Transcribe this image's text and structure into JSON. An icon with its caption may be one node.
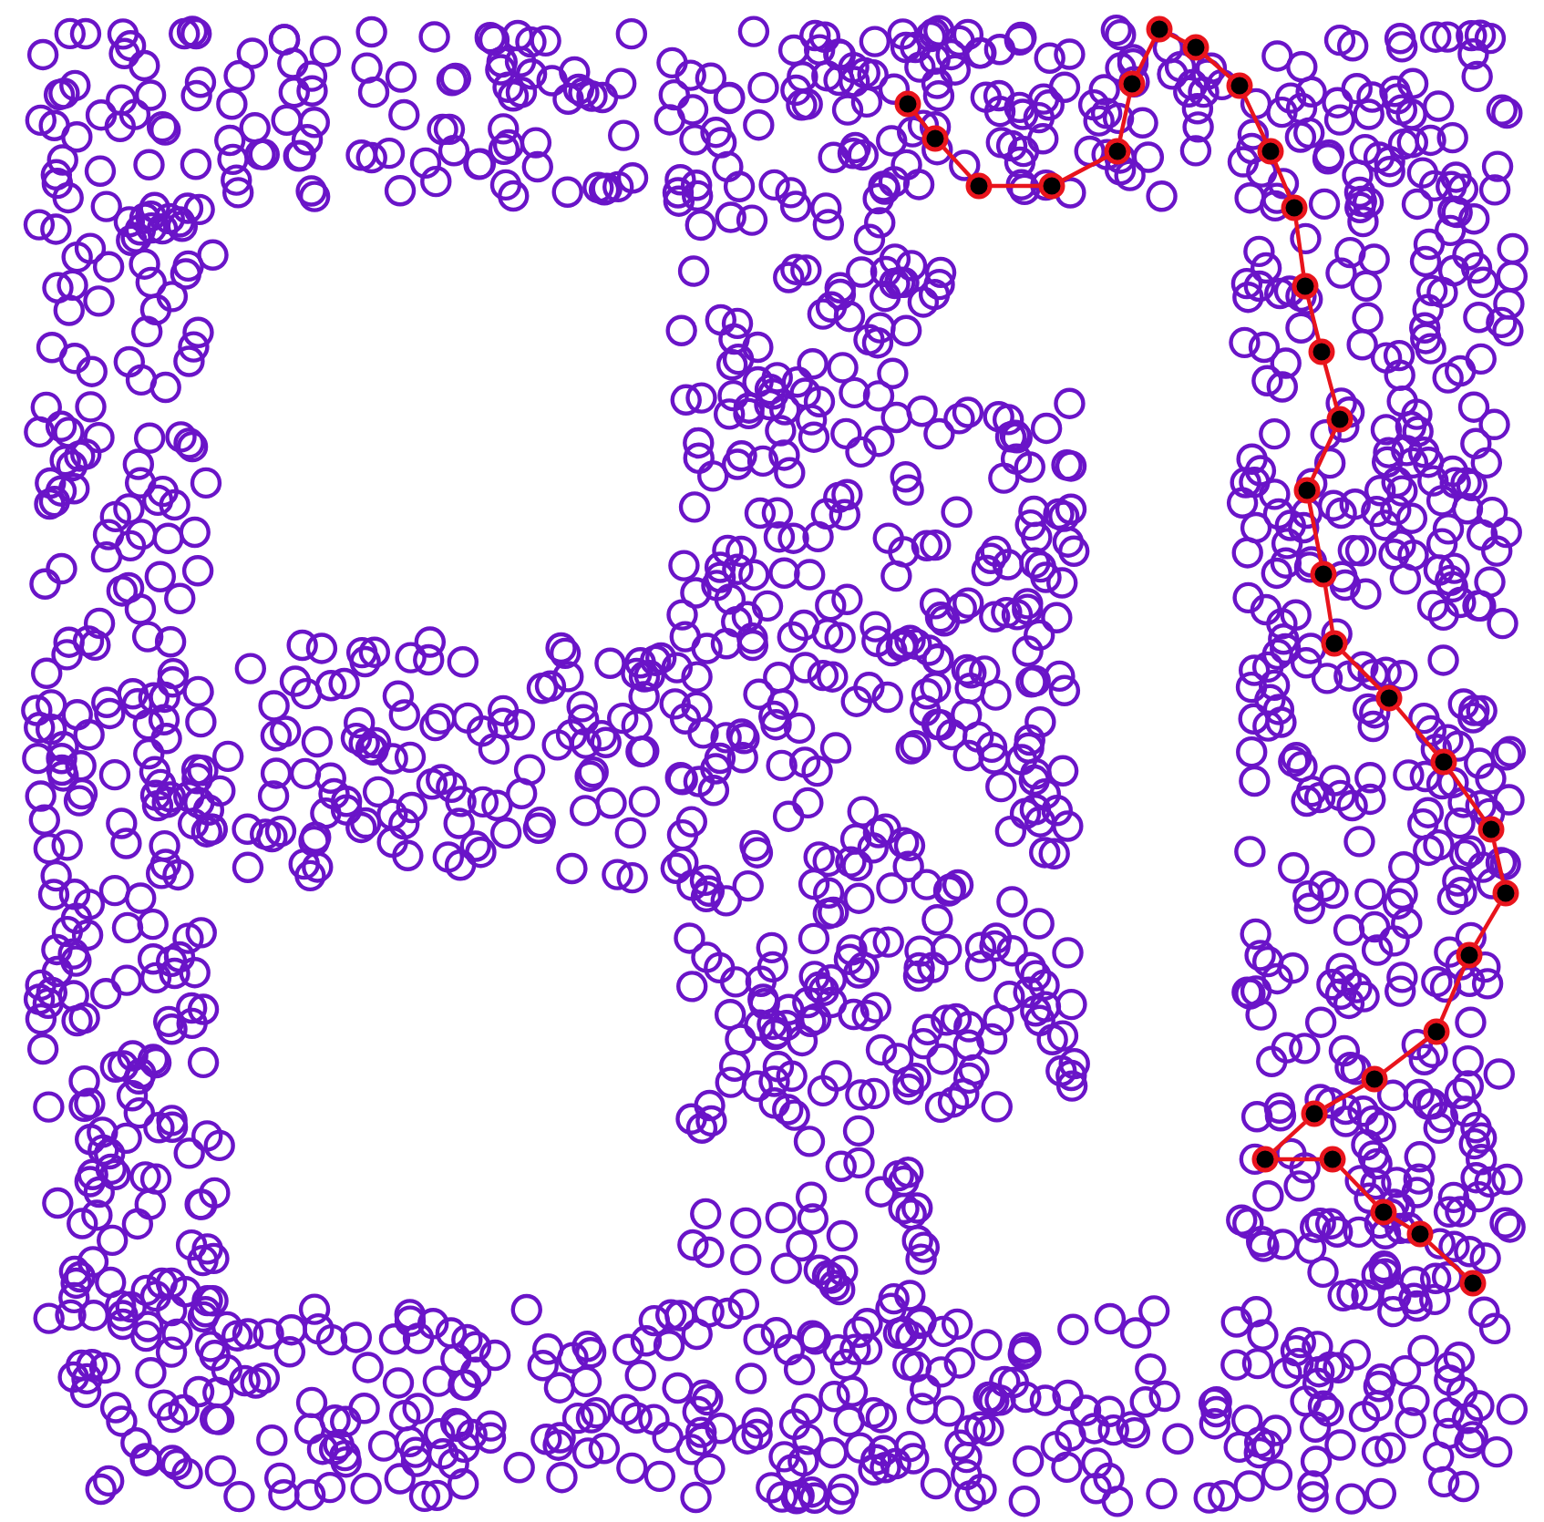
{
  "diagram": {
    "nodes": [
      {
        "text": [],
        "shape": "circle"
      },
      {
        "text": [],
        "shape": "circle"
      },
      {
        "text": [],
        "shape": "circle"
      },
      {
        "text": [],
        "shape": "circle"
      },
      {
        "text": [],
        "shape": "circle"
      },
      {
        "text": [],
        "shape": "circle"
      },
      {
        "text": [],
        "shape": "circle"
      },
      {
        "text": [],
        "shape": "circle"
      },
      {
        "text": [],
        "shape": "circle"
      },
      {
        "text": [],
        "shape": "circle"
      },
      {
        "text": [],
        "shape": "circle"
      },
      {
        "text": [],
        "shape": "circle"
      },
      {
        "text": [],
        "shape": "circle"
      },
      {
        "text": [],
        "shape": "circle"
      },
      {
        "text": [],
        "shape": "circle"
      },
      {
        "text": [],
        "shape": "circle"
      },
      {
        "text": [],
        "shape": "circle"
      },
      {
        "text": [],
        "shape": "circle"
      },
      {
        "text": [],
        "shape": "circle"
      },
      {
        "text": [],
        "shape": "circle"
      },
      {
        "text": [],
        "shape": "circle"
      },
      {
        "text": [],
        "shape": "circle"
      },
      {
        "text": [],
        "shape": "circle"
      },
      {
        "text": [],
        "shape": "circle"
      },
      {
        "text": [],
        "shape": "circle"
      },
      {
        "text": [],
        "shape": "circle"
      },
      {
        "text": [],
        "shape": "circle"
      },
      {
        "text": [],
        "shape": "circle"
      },
      {
        "text": [],
        "shape": "circle"
      },
      {
        "text": [],
        "shape": "circle"
      }
    ],
    "edges": [
      {
        "from": 0,
        "to": 1,
        "arrow": "none"
      },
      {
        "from": 1,
        "to": 2,
        "arrow": "none"
      },
      {
        "from": 2,
        "to": 3,
        "arrow": "none"
      },
      {
        "from": 3,
        "to": 4,
        "arrow": "none"
      },
      {
        "from": 4,
        "to": 5,
        "arrow": "none"
      },
      {
        "from": 5,
        "to": 6,
        "arrow": "none"
      },
      {
        "from": 6,
        "to": 7,
        "arrow": "none"
      },
      {
        "from": 7,
        "to": 8,
        "arrow": "none"
      },
      {
        "from": 8,
        "to": 9,
        "arrow": "none"
      },
      {
        "from": 9,
        "to": 10,
        "arrow": "none"
      },
      {
        "from": 10,
        "to": 11,
        "arrow": "none"
      },
      {
        "from": 11,
        "to": 12,
        "arrow": "none"
      },
      {
        "from": 12,
        "to": 13,
        "arrow": "none"
      },
      {
        "from": 13,
        "to": 14,
        "arrow": "none"
      },
      {
        "from": 14,
        "to": 15,
        "arrow": "none"
      },
      {
        "from": 15,
        "to": 16,
        "arrow": "none"
      },
      {
        "from": 16,
        "to": 17,
        "arrow": "none"
      },
      {
        "from": 17,
        "to": 18,
        "arrow": "none"
      },
      {
        "from": 18,
        "to": 19,
        "arrow": "none"
      },
      {
        "from": 19,
        "to": 20,
        "arrow": "none"
      },
      {
        "from": 20,
        "to": 21,
        "arrow": "none"
      },
      {
        "from": 21,
        "to": 22,
        "arrow": "none"
      },
      {
        "from": 22,
        "to": 23,
        "arrow": "none"
      },
      {
        "from": 23,
        "to": 24,
        "arrow": "none"
      },
      {
        "from": 24,
        "to": 25,
        "arrow": "none"
      },
      {
        "from": 25,
        "to": 26,
        "arrow": "none"
      },
      {
        "from": 26,
        "to": 27,
        "arrow": "none"
      },
      {
        "from": 27,
        "to": 28,
        "arrow": "none"
      },
      {
        "from": 28,
        "to": 29,
        "arrow": "none"
      }
    ]
  }
}
